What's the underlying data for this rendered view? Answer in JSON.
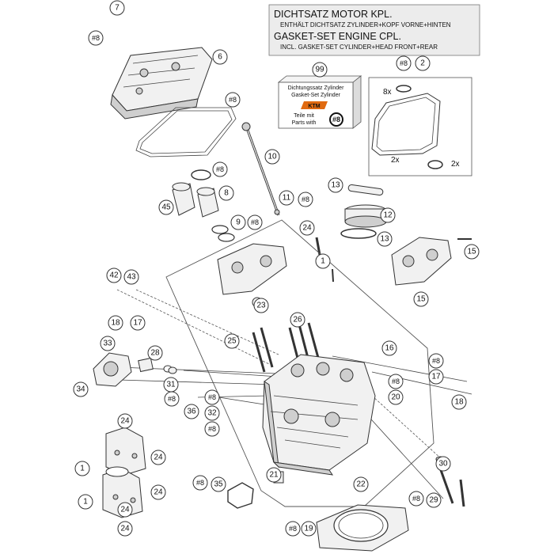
{
  "notice": {
    "line1": "DICHTSATZ MOTOR KPL.",
    "line2": "ENTHÄLT DICHTSATZ ZYLINDER+KOPF VORNE+HINTEN",
    "line3": "GASKET-SET ENGINE CPL.",
    "line4": "INCL. GASKET-SET CYLINDER+HEAD FRONT+REAR"
  },
  "gasket_card": {
    "line1": "Dichtungssatz Zylinder",
    "line2": "Gasket-Set Zylinder",
    "logo": "KTM",
    "line3": "Teile mit",
    "line4": "Parts with",
    "ref": "#8"
  },
  "quantities": {
    "q1": "8x",
    "q2": "2x",
    "q3": "2x"
  },
  "callouts": [
    "7",
    "#8",
    "6",
    "#8",
    "99",
    "#8",
    "2",
    "#8",
    "8",
    "45",
    "10",
    "9",
    "#8",
    "11",
    "#8",
    "13",
    "12",
    "24",
    "13",
    "15",
    "1",
    "15",
    "42",
    "43",
    "23",
    "18",
    "17",
    "26",
    "25",
    "33",
    "28",
    "16",
    "#8",
    "17",
    "#8",
    "20",
    "34",
    "31",
    "#8",
    "#8",
    "36",
    "32",
    "#8",
    "18",
    "24",
    "24",
    "1",
    "24",
    "30",
    "#8",
    "35",
    "21",
    "22",
    "1",
    "24",
    "#8",
    "29",
    "24",
    "#8",
    "19"
  ]
}
